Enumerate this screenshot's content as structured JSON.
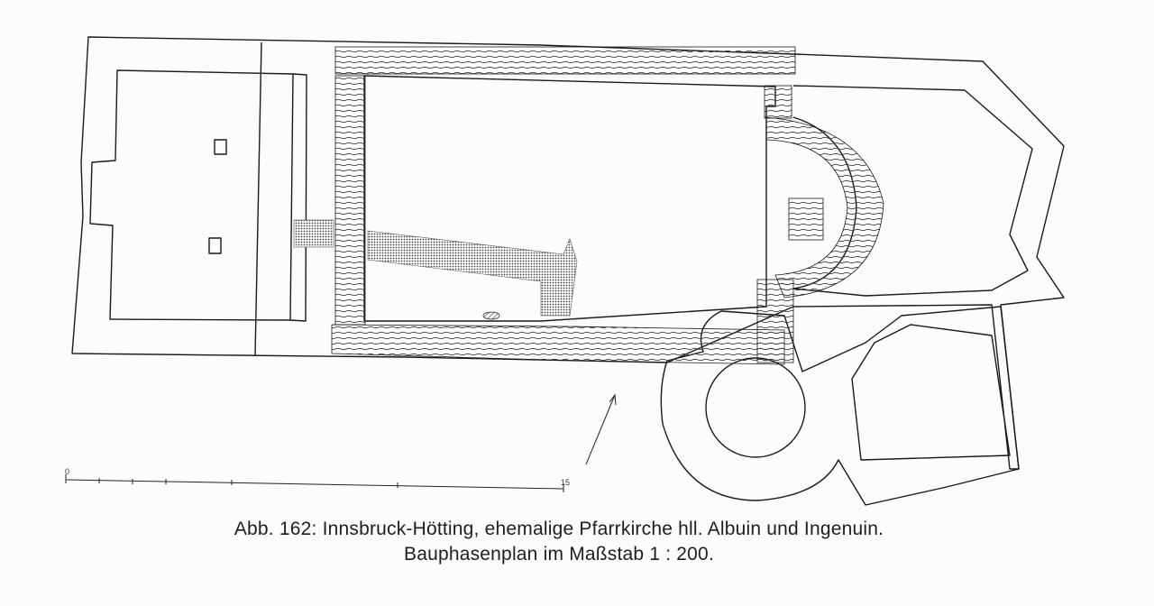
{
  "caption": {
    "line1": "Abb. 162: Innsbruck-Hötting, ehemalige Pfarrkirche hll. Albuin und Ingenuin.",
    "line2": "Bauphasenplan im Maßstab 1 : 200."
  },
  "scale_bar": {
    "start_label": "0",
    "end_label": "15"
  }
}
